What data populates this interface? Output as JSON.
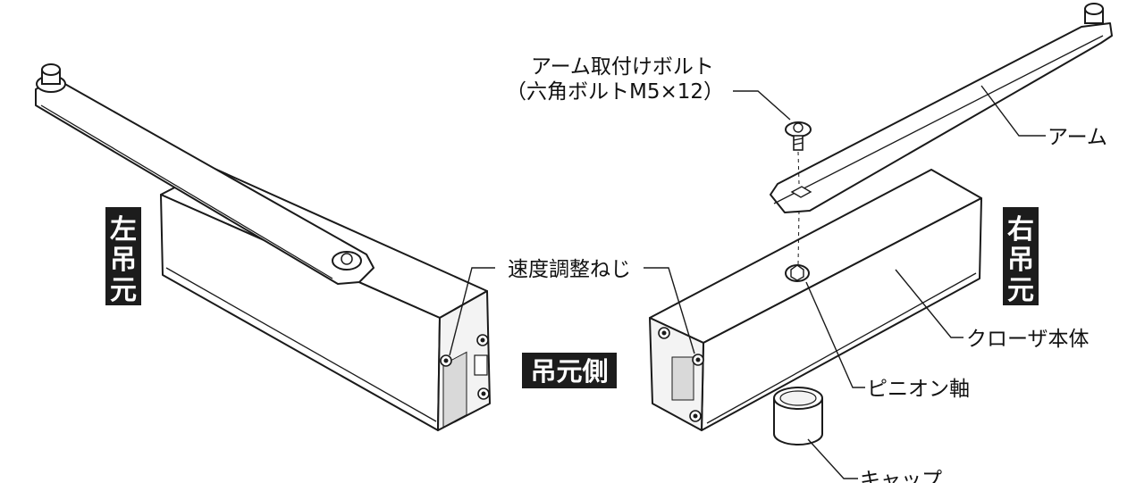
{
  "title": "",
  "labels": {
    "arm_bolt_line1": "アーム取付けボルト",
    "arm_bolt_line2": "（六角ボルトM5×12）",
    "arm": "アーム",
    "speed_screw": "速度調整ねじ",
    "closer_body": "クローザ本体",
    "pinion_shaft": "ピニオン軸",
    "cap": "キャップ"
  },
  "badges": {
    "left_hinge": [
      "左",
      "吊",
      "元"
    ],
    "right_hinge": [
      "右",
      "吊",
      "元"
    ],
    "hinge_side": "吊元側"
  },
  "colors": {
    "badge_bg": "#1c1c1c",
    "badge_text": "#ffffff",
    "line": "#1a1a1a",
    "body_fill": "#ffffff",
    "end_cap_fill": "#f3f3f3"
  }
}
